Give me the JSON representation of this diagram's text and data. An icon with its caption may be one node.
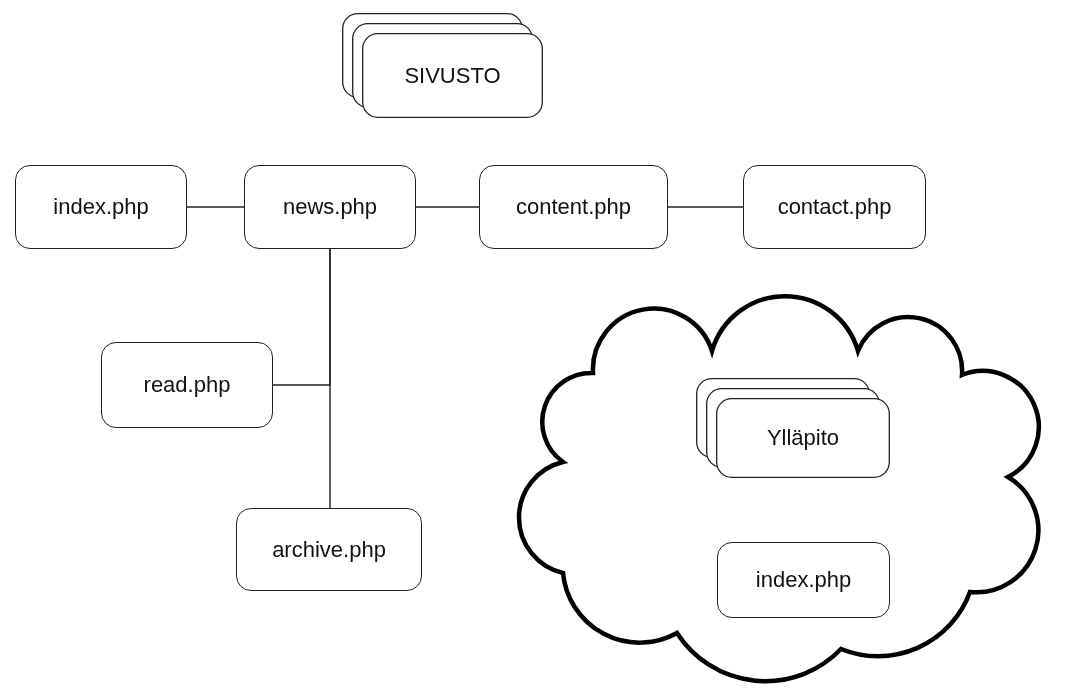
{
  "diagram": {
    "nodes": [
      {
        "text": [
          "SIVUSTO"
        ]
      },
      {
        "text": [
          "index.php"
        ]
      },
      {
        "text": [
          "news.php"
        ]
      },
      {
        "text": [
          "content.php"
        ]
      },
      {
        "text": [
          "contact.php"
        ]
      },
      {
        "text": [
          "read.php"
        ]
      },
      {
        "text": [
          "archive.php"
        ]
      },
      {
        "text": [],
        "shape": "cloud"
      },
      {
        "text": [
          "Ylläpito"
        ],
        "in": 7
      },
      {
        "text": [
          "index.php"
        ],
        "in": 7
      }
    ],
    "edges": [
      {
        "from": 1,
        "to": 2,
        "arrow": "none"
      },
      {
        "from": 2,
        "to": 3,
        "arrow": "none"
      },
      {
        "from": 3,
        "to": 4,
        "arrow": "none"
      },
      {
        "from": 2,
        "to": 5,
        "arrow": "none"
      },
      {
        "from": 2,
        "to": 6,
        "arrow": "none"
      }
    ]
  }
}
